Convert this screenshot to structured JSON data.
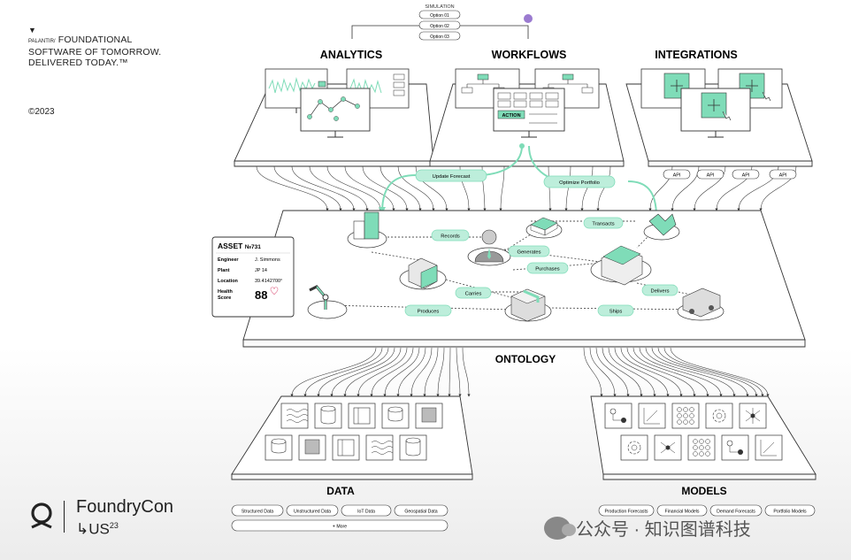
{
  "branding": {
    "logo_glyph": "▼",
    "company": "PALANTIR",
    "slash": "/",
    "tagline_1": "FOUNDATIONAL",
    "tagline_2": "SOFTWARE OF TOMORROW.",
    "tagline_3": "DELIVERED TODAY.™",
    "copyright": "©2023"
  },
  "simulation": {
    "title": "SIMULATION",
    "options": [
      "Option 01",
      "Option 02",
      "Option 03"
    ]
  },
  "sections": {
    "analytics": "ANALYTICS",
    "workflows": "WORKFLOWS",
    "integrations": "INTEGRATIONS",
    "ontology": "ONTOLOGY",
    "data": "DATA",
    "models": "MODELS"
  },
  "workflow_pills": {
    "update_forecast": "Update Forecast",
    "optimize_portfolio": "Optimize Portfolio"
  },
  "action_label": "ACTION",
  "api_labels": [
    "API",
    "API",
    "API",
    "API"
  ],
  "ontology_relations": {
    "records": "Records",
    "transacts": "Transacts",
    "generates": "Generates",
    "purchases": "Purchases",
    "carries": "Carries",
    "delivers": "Delivers",
    "produces": "Produces",
    "ships": "Ships"
  },
  "asset_card": {
    "title": "ASSET",
    "id": "№731",
    "rows": [
      {
        "label": "Engineer",
        "value": "J. Simmons"
      },
      {
        "label": "Plant",
        "value": "JP 14"
      },
      {
        "label": "Location",
        "value": "39.4142700°"
      }
    ],
    "health_label_1": "Health",
    "health_label_2": "Score",
    "health_value": "88"
  },
  "data_tags": [
    "Structured Data",
    "Unstructured Data",
    "IoT Data",
    "Geospatial Data"
  ],
  "data_more": "More",
  "model_tags": [
    "Production Forecasts",
    "Financial Models",
    "Demand Forecasts",
    "Portfolio Models"
  ],
  "footer": {
    "brand": "FoundryCon",
    "sub_arrow": "↳",
    "sub": "US",
    "sub_sup": "23"
  },
  "watermark": "公众号 · 知识图谱科技",
  "colors": {
    "accent": "#7fdcb8",
    "accent_dark": "#3fae86",
    "line": "#333333",
    "dot": "#9b7bd0"
  }
}
